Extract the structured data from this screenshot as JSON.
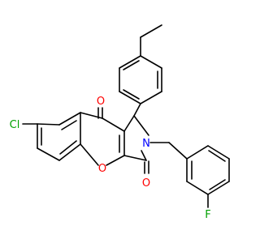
{
  "colors": {
    "background": "#ffffff",
    "bond": "#000000",
    "oxygen": "#ff0000",
    "nitrogen": "#0000ff",
    "chlorine": "#00a000",
    "fluorine": "#00a000"
  },
  "atoms": {
    "cl": "Cl",
    "o_ketone": "O",
    "o_ring": "O",
    "o_lactam": "O",
    "n": "N",
    "f": "F"
  }
}
